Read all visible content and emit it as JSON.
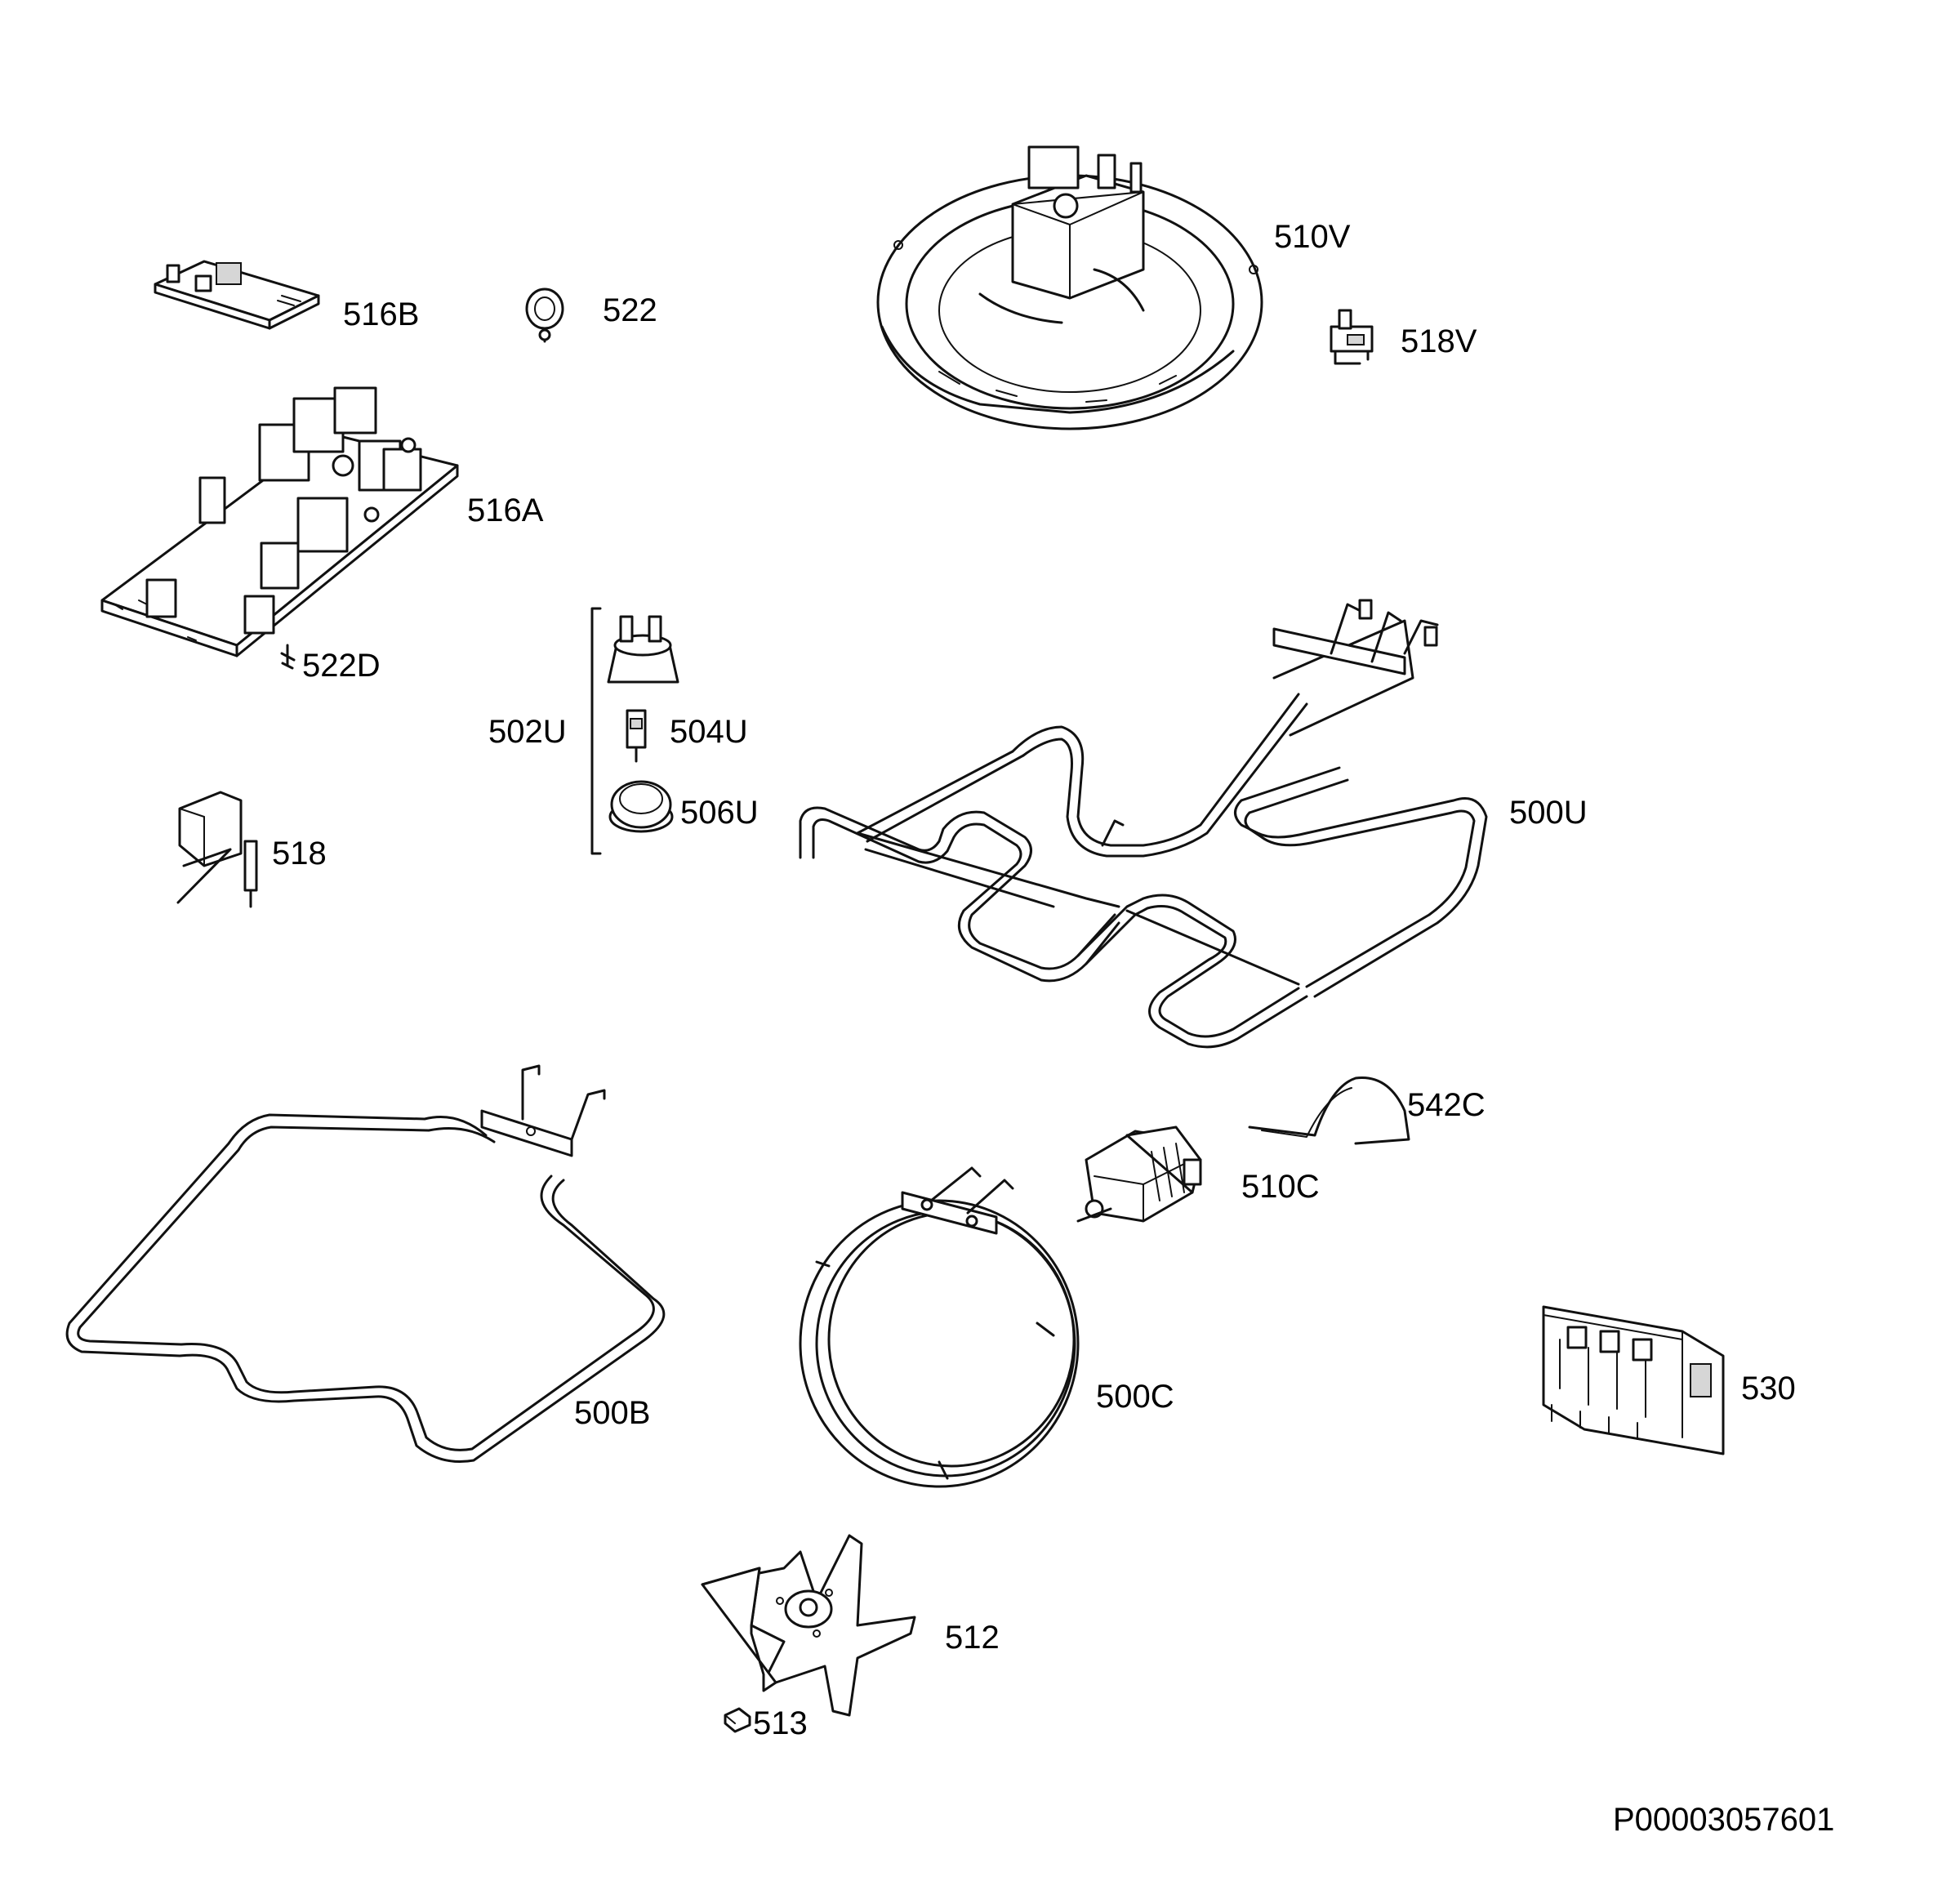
{
  "diagram": {
    "labels": {
      "p516B": "516B",
      "p522": "522",
      "p510V": "510V",
      "p518V": "518V",
      "p516A": "516A",
      "p522D": "522D",
      "p502U": "502U",
      "p504U": "504U",
      "p506U": "506U",
      "p518": "518",
      "p500U": "500U",
      "p542C": "542C",
      "p510C": "510C",
      "p500B": "500B",
      "p500C": "500C",
      "p530": "530",
      "p512": "512",
      "p513": "513"
    },
    "document_id": "P00003057601"
  },
  "colors": {
    "line": "#111111",
    "background": "#ffffff"
  }
}
